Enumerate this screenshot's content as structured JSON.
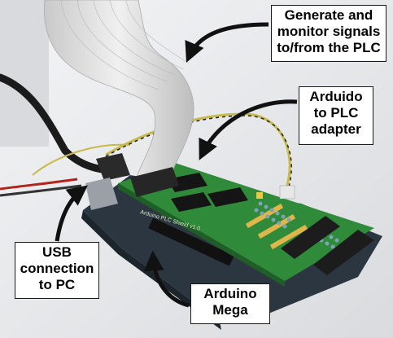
{
  "annotations": {
    "generate": {
      "lines": [
        "Generate and",
        "monitor signals",
        "to/from the PLC"
      ]
    },
    "adapter": {
      "lines": [
        "Arduido",
        "to PLC",
        "adapter"
      ]
    },
    "usb": {
      "lines": [
        "USB",
        "connection",
        "to PC"
      ]
    },
    "mega": {
      "lines": [
        "Arduino",
        "Mega"
      ]
    }
  },
  "board_silkscreen": "Arduino PLC Shield v1.0",
  "colors": {
    "background": "#e9ebee",
    "pcb_green": "#2f8a3a",
    "board_dark": "#2b3640",
    "ribbon": "#dcdcdc",
    "arrow": "#111111",
    "label_bg": "#ffffff"
  }
}
